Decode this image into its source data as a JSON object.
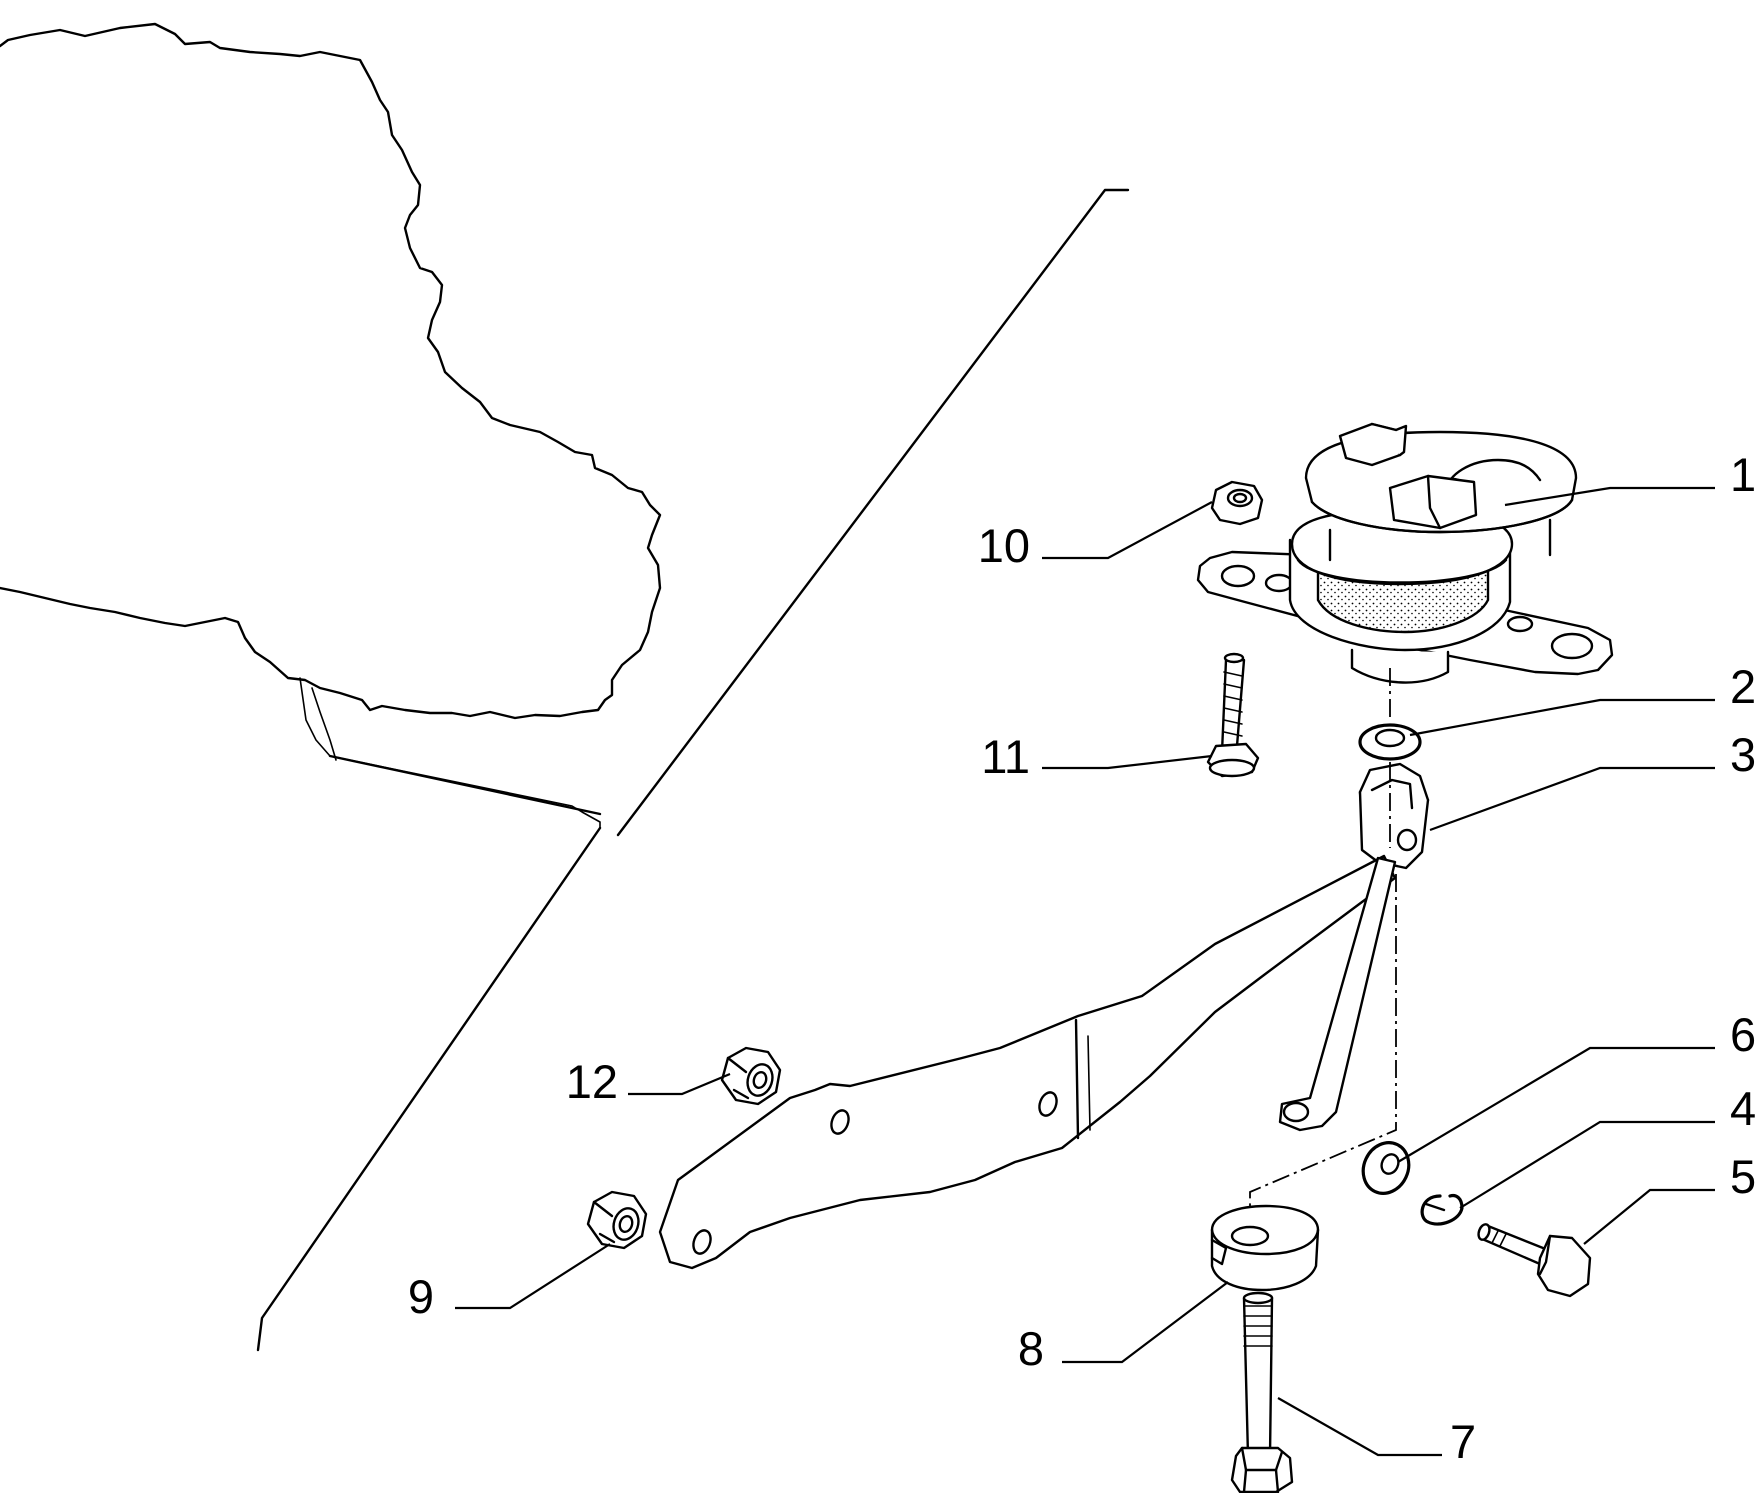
{
  "diagram": {
    "callouts": [
      {
        "id": "1",
        "label": "1"
      },
      {
        "id": "2",
        "label": "2"
      },
      {
        "id": "3",
        "label": "3"
      },
      {
        "id": "4",
        "label": "4"
      },
      {
        "id": "5",
        "label": "5"
      },
      {
        "id": "6",
        "label": "6"
      },
      {
        "id": "7",
        "label": "7"
      },
      {
        "id": "8",
        "label": "8"
      },
      {
        "id": "9",
        "label": "9"
      },
      {
        "id": "10",
        "label": "10"
      },
      {
        "id": "11",
        "label": "11"
      },
      {
        "id": "12",
        "label": "12"
      }
    ],
    "colors": {
      "line": "#000000",
      "background": "#ffffff",
      "rubber_stipple": "#000000"
    }
  }
}
